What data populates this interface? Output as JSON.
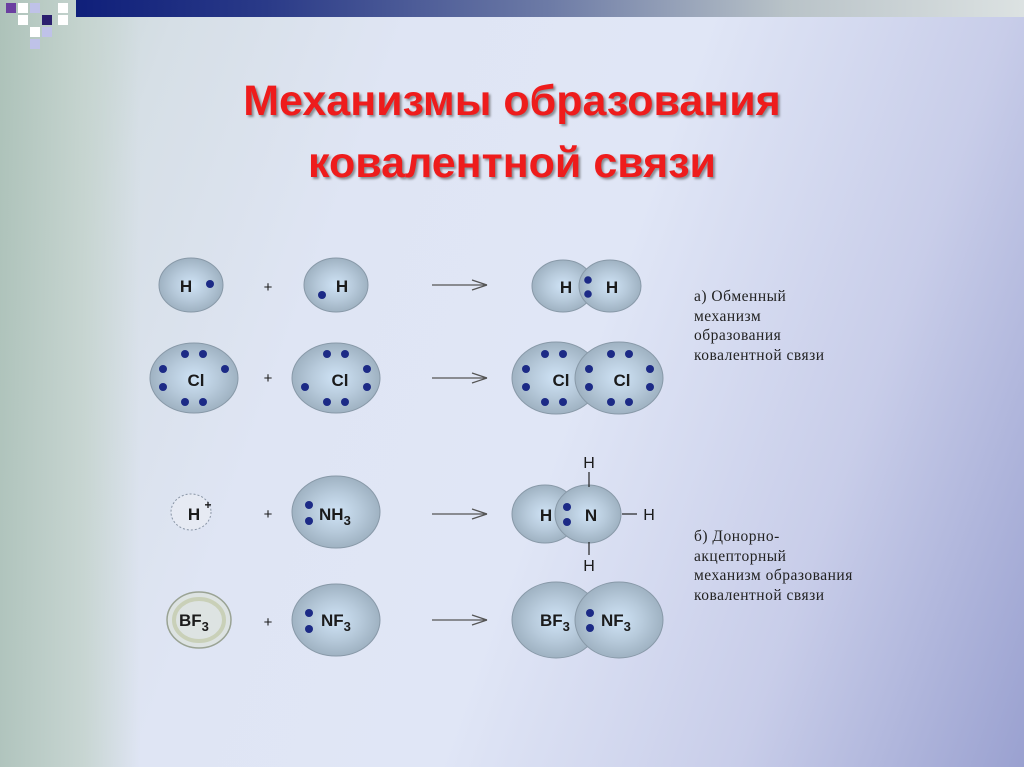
{
  "slide": {
    "title_line1": "Механизмы образования",
    "title_line2": "ковалентной связи"
  },
  "rows": {
    "h2": {
      "left": "H",
      "plus": "+",
      "right": "H",
      "product_left": "H",
      "product_right": "H"
    },
    "cl2": {
      "left": "Cl",
      "plus": "+",
      "right": "Cl",
      "product_left": "Cl",
      "product_right": "Cl"
    },
    "nh4": {
      "left_main": "H",
      "left_charge": "+",
      "plus": "+",
      "right_main": "NH",
      "right_sub": "3",
      "product_left": "H",
      "product_right": "N",
      "h_top": "H",
      "h_right": "H",
      "h_bottom": "H"
    },
    "bf3nf3": {
      "left_main": "BF",
      "left_sub": "3",
      "plus": "+",
      "right_main": "NF",
      "right_sub": "3",
      "product_left_main": "BF",
      "product_left_sub": "3",
      "product_right_main": "NF",
      "product_right_sub": "3"
    }
  },
  "notes": {
    "exchange": "а) Обменный\nмеханизм\nобразования\nковалентной связи",
    "donor": "б) Донорно-\nакцепторный\nмеханизм образования\nковалентной связи"
  },
  "colors": {
    "title": "#ee1c1c",
    "atom_fill": "#a3b6c6",
    "atom_center": "#c9dff3",
    "electron": "#1c2a86"
  }
}
